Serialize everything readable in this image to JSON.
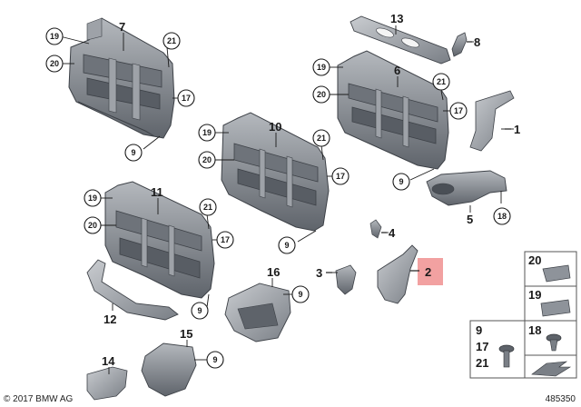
{
  "diagram": {
    "callouts": {
      "p7": "7",
      "p19a": "19",
      "p20a": "20",
      "p21a": "21",
      "p17a": "17",
      "p9a": "9",
      "p13": "13",
      "p8": "8",
      "p6": "6",
      "p19b": "19",
      "p20b": "20",
      "p21b": "21",
      "p17b": "17",
      "p9b": "9",
      "p1": "1",
      "p10": "10",
      "p19c": "19",
      "p20c": "20",
      "p21c": "21",
      "p17c": "17",
      "p9c": "9",
      "p5": "5",
      "p18": "18",
      "p11": "11",
      "p19d": "19",
      "p20d": "20",
      "p21d": "21",
      "p17d": "17",
      "p9d": "9",
      "p4": "4",
      "p16": "16",
      "p9e": "9",
      "p3": "3",
      "p2": "2",
      "p12": "12",
      "p14": "14",
      "p15": "15",
      "p9f": "9"
    },
    "legend": {
      "box20": "20",
      "box19": "19",
      "box18": "18",
      "stack": [
        "9",
        "17",
        "21"
      ]
    },
    "highlight_color": "#f2a1a1",
    "part_color": "#8e939a",
    "copyright": "© 2017 BMW AG",
    "diagram_number": "485350"
  }
}
